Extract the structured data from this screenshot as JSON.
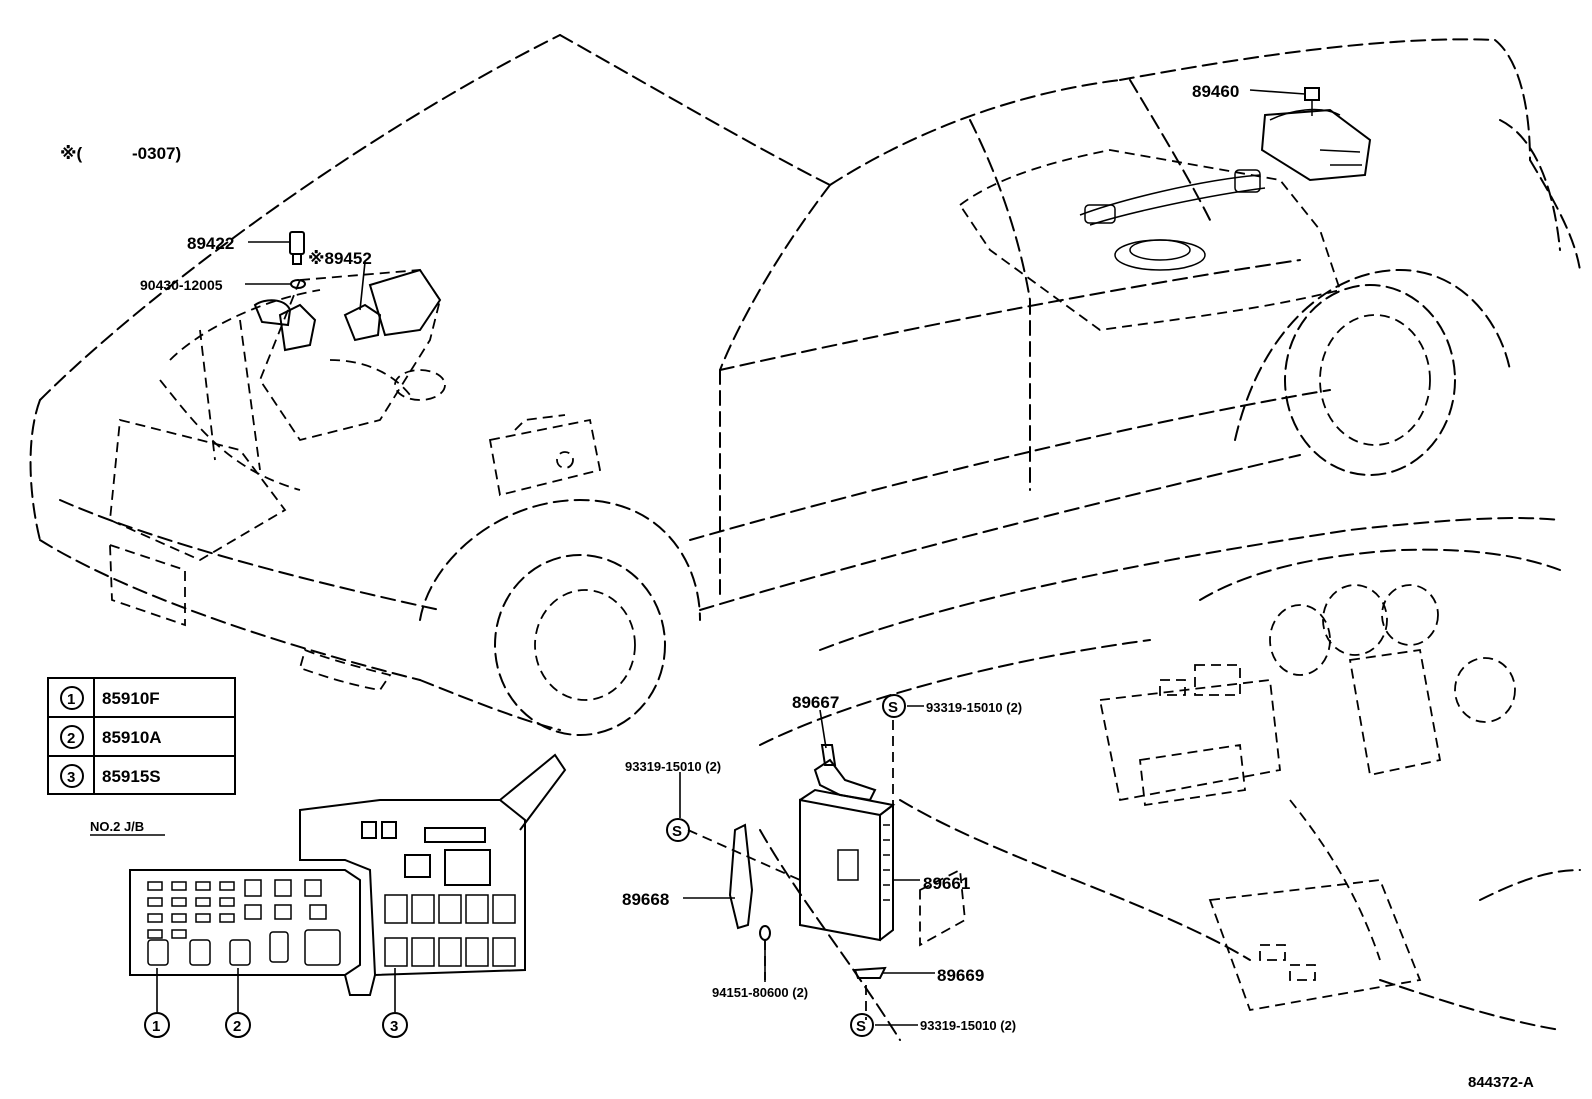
{
  "note": {
    "marker": "※(",
    "range": "-0307)"
  },
  "callouts": {
    "p89460": "89460",
    "p89422": "89422",
    "p89452": "※89452",
    "p90430": "90430-12005",
    "p89667": "89667",
    "p93319_top": "93319-15010 (2)",
    "p93319_left": "93319-15010 (2)",
    "p89661": "89661",
    "p89668": "89668",
    "p89669": "89669",
    "p94151": "94151-80600 (2)",
    "p93319_bottom": "93319-15010 (2)"
  },
  "screw_symbol": "S",
  "legend": {
    "rows": [
      {
        "num": "1",
        "part": "85910F"
      },
      {
        "num": "2",
        "part": "85910A"
      },
      {
        "num": "3",
        "part": "85915S"
      }
    ]
  },
  "jb_label": "NO.2 J/B",
  "jb_markers": [
    "1",
    "2",
    "3"
  ],
  "figure_id": "844372-A"
}
